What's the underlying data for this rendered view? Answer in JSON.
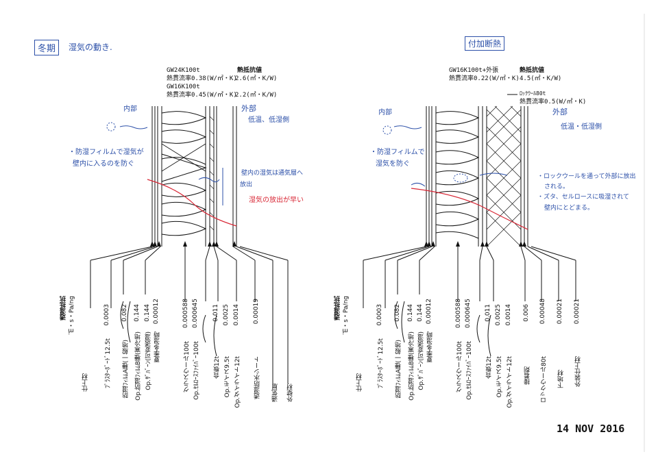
{
  "left": {
    "note_box": "冬期",
    "note_text": "湿気の動き.",
    "tech_lines": [
      "GW24K100t",
      "熱貫流率0.38(W/㎡・K)",
      "GW16K100t",
      "熱貫流率0.45(W/㎡・K)"
    ],
    "resist_header": "熱抵抗値",
    "resist_values": [
      "2.6(㎡・K/W)",
      "2.2(㎡・K/W)"
    ],
    "inside_label": "内部",
    "outside_label": "外部",
    "outside_note": "低温、低湿側",
    "film_note_1": "・防湿フィルムで湿気が",
    "film_note_2": "壁内に入るのを防ぐ",
    "wall_note_1": "壁内の湿気は通気層へ",
    "wall_note_2": "放出",
    "red_note": "湿気の放出が早い",
    "col_header_1": "透湿抵抗",
    "col_header_2": "㎡・s・Pa/ng",
    "values": [
      "0.0003",
      "0.082",
      "0.144",
      "0.144",
      "0.00012",
      "0.000588",
      "0.000645",
      "0.011",
      "0.0025",
      "0.0014",
      "0.00019"
    ],
    "materials": [
      "仕上材",
      "ﾌﾟﾗｽﾀｰﾎﾞｰﾄﾞ12.5t",
      "防湿ﾌｨﾙﾑA種(一般地)",
      "Op.防湿ﾌｨﾙﾑB種(寒冷地)",
      "Op.ｻﾞﾊﾞｰﾝ(可変透湿)",
      "夏季多湿時",
      "グラスウール100t",
      "Op.ｾﾙﾛｰｽﾌｧｲﾊﾞｰ100t",
      "合板12t",
      "Op.モイス9.5t",
      "Op.ダイライト12t",
      "透湿防水シート",
      "通気層",
      "外壁材"
    ]
  },
  "right": {
    "note_box": "付加断熱",
    "tech_lines": [
      "GW16K100t+外張",
      "熱貫流率0.22(W/㎡・K)"
    ],
    "resist_header": "熱抵抗値",
    "resist_values": [
      "4.5(㎡・K/W)"
    ],
    "rockwool_label": "ﾛｯｸｳｰﾙ80t",
    "rockwool_value": "熱貫流率0.5(W/㎡・K)",
    "inside_label": "内部",
    "outside_label": "外部",
    "outside_note": "低温・低湿側",
    "film_note_1": "・防湿フィルムで",
    "film_note_2": "湿気を防ぐ",
    "rock_note_1": "・ロックウールを通って外部に放出",
    "rock_note_2": "される。",
    "cell_note_1": "・ズタ、セルロースに吸湿されて",
    "cell_note_2": "壁内にとどまる。",
    "col_header_1": "透湿抵抗",
    "col_header_2": "㎡・s・Pa/ng",
    "values": [
      "0.0003",
      "0.082",
      "0.144",
      "0.144",
      "0.00012",
      "0.000588",
      "0.000645",
      "0.011",
      "0.0025",
      "0.0014",
      "0.006",
      "0.00048",
      "0.00021",
      "0.00021"
    ],
    "materials": [
      "仕上材",
      "ﾌﾟﾗｽﾀｰﾎﾞｰﾄﾞ12.5t",
      "防湿ﾌｨﾙﾑA種(一般地)",
      "Op.防湿ﾌｨﾙﾑB種(寒冷地)",
      "Op.ｻﾞﾊﾞｰﾝ(可変透湿)",
      "夏季多湿時",
      "グラスウール100t",
      "Op.ｾﾙﾛｰｽﾌｧｲﾊﾞｰ100t",
      "合板12t",
      "Op.モイス9.5t",
      "Op.ダイライト12t",
      "接着剤",
      "ロックウール80t",
      "下地材",
      "外装仕上材"
    ]
  },
  "stamp": "14 NOV 2016",
  "colors": {
    "ink": "#111111",
    "blue_pen": "#2b4fa8",
    "red_pen": "#d82634"
  }
}
